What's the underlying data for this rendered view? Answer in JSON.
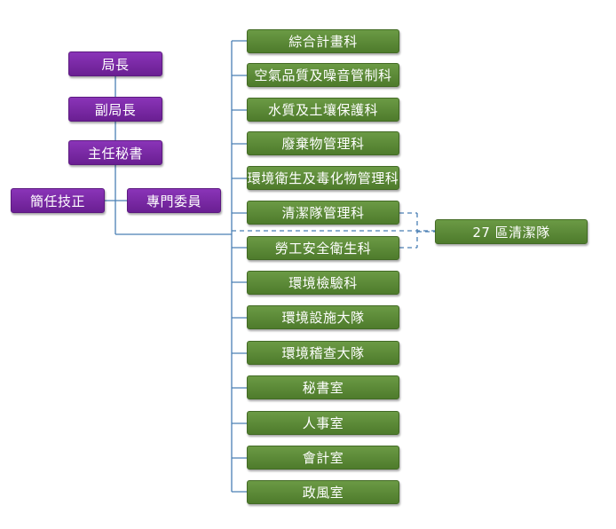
{
  "executives": {
    "director": "局長",
    "deputy_director": "副局長",
    "chief_secretary": "主任秘書",
    "senior_technical": "簡任技正",
    "commissioner": "專門委員"
  },
  "units": [
    "綜合計畫科",
    "空氣品質及噪音管制科",
    "水質及土壤保護科",
    "廢棄物管理科",
    "環境衛生及毒化物管理科",
    "清潔隊管理科",
    "勞工安全衛生科",
    "環境檢驗科",
    "環境設施大隊",
    "環境稽查大隊",
    "秘書室",
    "人事室",
    "會計室",
    "政風室"
  ],
  "sub_unit": "27 區清潔隊",
  "colors": {
    "executive": "#7b2aa6",
    "unit": "#5a8a36",
    "connector": "#4a7fb5"
  }
}
